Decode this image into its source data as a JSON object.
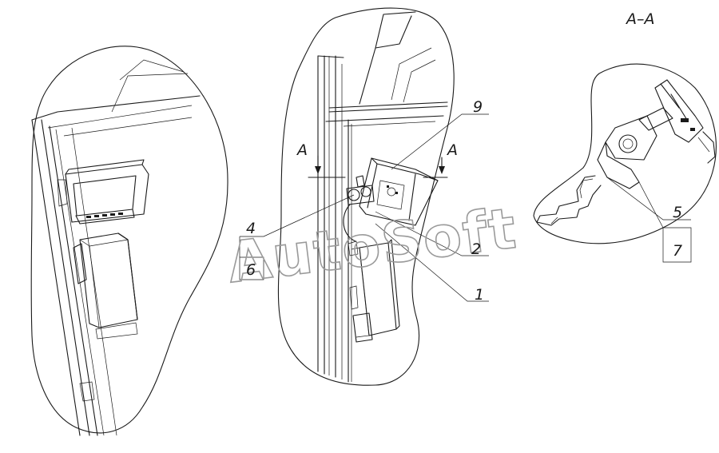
{
  "section_title": "A–A",
  "section_marker_left": "A",
  "section_marker_right": "A",
  "callouts": {
    "c1": "1",
    "c2": "2",
    "c4": "4",
    "c5": "5",
    "c6": "6",
    "c7": "7",
    "c9": "9"
  },
  "watermark": "AutoSoft"
}
